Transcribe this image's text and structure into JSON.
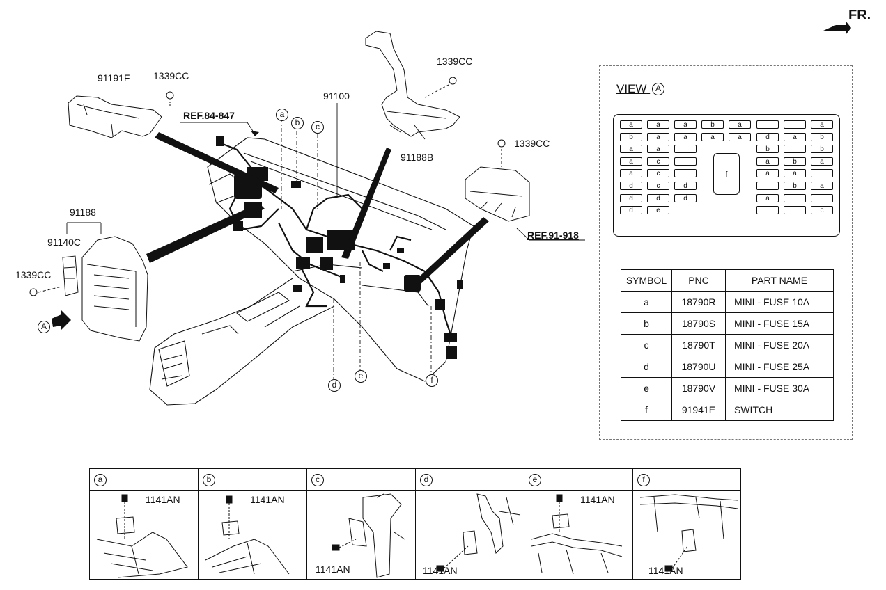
{
  "header": {
    "direction_label": "FR."
  },
  "main_parts": {
    "harness": "91100",
    "cover": "91191F",
    "bracket": "91188B",
    "junction_box": "91188",
    "cover_jb": "91140C",
    "nut_1": "1339CC",
    "nut_2": "1339CC",
    "nut_3": "1339CC",
    "nut_4": "1339CC",
    "ref_1": "REF.84-847",
    "ref_2": "REF.91-918",
    "view_marker": "A",
    "callouts": [
      "a",
      "b",
      "c",
      "d",
      "e",
      "f"
    ]
  },
  "view": {
    "title": "VIEW",
    "marker": "A",
    "fuse_left": [
      [
        "a",
        "a",
        "a",
        "b",
        "a"
      ],
      [
        "b",
        "a",
        "a",
        "a",
        "a"
      ],
      [
        "a",
        "a",
        ""
      ],
      [
        "a",
        "c",
        ""
      ],
      [
        "a",
        "c",
        ""
      ],
      [
        "d",
        "c",
        "d"
      ],
      [
        "d",
        "d",
        "d"
      ],
      [
        "d",
        "e"
      ]
    ],
    "fuse_right": [
      [
        "",
        "",
        "a"
      ],
      [
        "d",
        "a",
        "b"
      ],
      [
        "b",
        "",
        "b"
      ],
      [
        "a",
        "b",
        "a"
      ],
      [
        "a",
        "a",
        ""
      ],
      [
        "",
        "b",
        "a"
      ],
      [
        "a",
        "",
        ""
      ],
      [
        "",
        "",
        "c"
      ]
    ],
    "center": "f"
  },
  "legend": {
    "headers": [
      "SYMBOL",
      "PNC",
      "PART NAME"
    ],
    "rows": [
      {
        "symbol": "a",
        "pnc": "18790R",
        "name": "MINI - FUSE 10A"
      },
      {
        "symbol": "b",
        "pnc": "18790S",
        "name": "MINI - FUSE 15A"
      },
      {
        "symbol": "c",
        "pnc": "18790T",
        "name": "MINI - FUSE 20A"
      },
      {
        "symbol": "d",
        "pnc": "18790U",
        "name": "MINI - FUSE 25A"
      },
      {
        "symbol": "e",
        "pnc": "18790V",
        "name": "MINI - FUSE 30A"
      },
      {
        "symbol": "f",
        "pnc": "91941E",
        "name": "SWITCH"
      }
    ]
  },
  "details": [
    {
      "symbol": "a",
      "bolt": "1141AN"
    },
    {
      "symbol": "b",
      "bolt": "1141AN"
    },
    {
      "symbol": "c",
      "bolt": "1141AN"
    },
    {
      "symbol": "d",
      "bolt": "1141AN"
    },
    {
      "symbol": "e",
      "bolt": "1141AN"
    },
    {
      "symbol": "f",
      "bolt": "1141AN"
    }
  ]
}
